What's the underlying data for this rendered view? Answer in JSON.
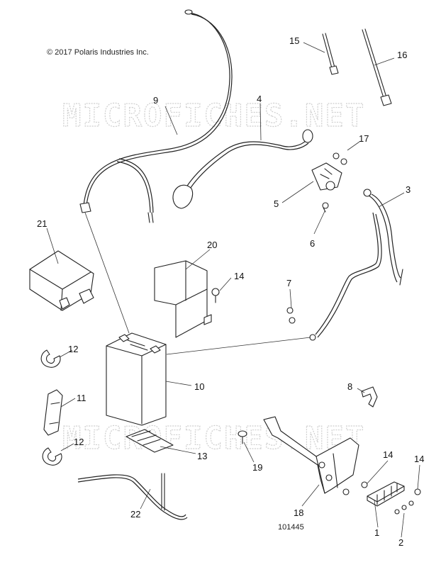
{
  "header": {
    "copyright": "© 2017 Polaris Industries Inc."
  },
  "watermark": {
    "text": "MICROFICHES.NET"
  },
  "footer": {
    "drawing_number": "101445"
  },
  "callouts": {
    "c15": "15",
    "c16": "16",
    "c9": "9",
    "c4": "4",
    "c17": "17",
    "c3": "3",
    "c5": "5",
    "c6": "6",
    "c21": "21",
    "c20": "20",
    "c14a": "14",
    "c7": "7",
    "c12a": "12",
    "c10": "10",
    "c11": "11",
    "c8": "8",
    "c12b": "12",
    "c13": "13",
    "c19": "19",
    "c14b": "14",
    "c14c": "14",
    "c22": "22",
    "c18": "18",
    "c1": "1",
    "c2": "2"
  }
}
